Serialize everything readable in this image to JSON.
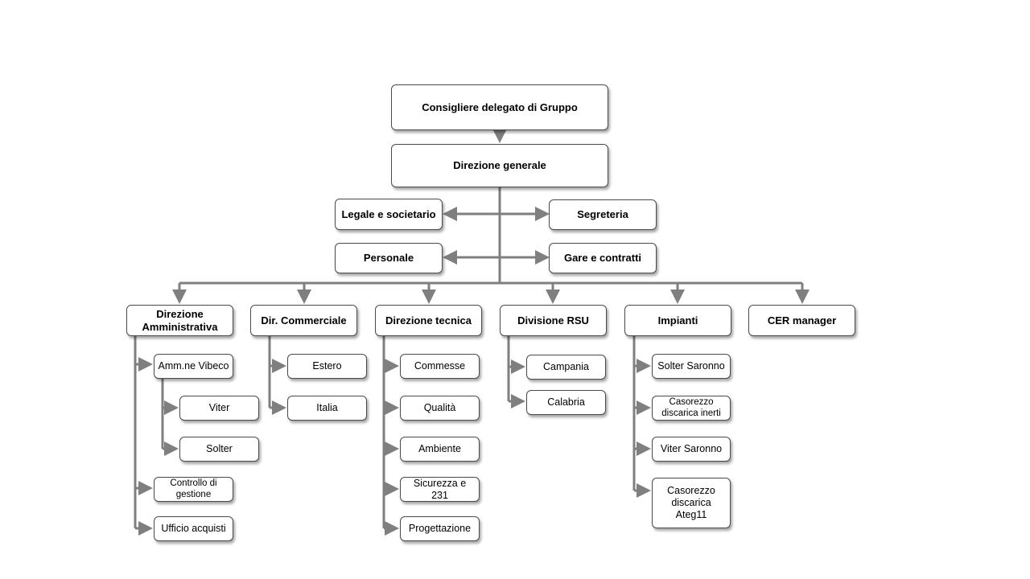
{
  "diagram": {
    "top": "Consigliere delegato di Gruppo",
    "general": "Direzione generale",
    "staff": {
      "legal": "Legale e societario",
      "secretariat": "Segreteria",
      "personnel": "Personale",
      "tenders": "Gare e contratti"
    },
    "divisions": {
      "admin": {
        "label": "Direzione Amministrativa",
        "children": {
          "vibeco": "Amm.ne Vibeco",
          "viter": "Viter",
          "solter": "Solter",
          "controllo": "Controllo di gestione",
          "acquisti": "Ufficio acquisti"
        }
      },
      "commercial": {
        "label": "Dir. Commerciale",
        "children": {
          "estero": "Estero",
          "italia": "Italia"
        }
      },
      "technical": {
        "label": "Direzione tecnica",
        "children": {
          "commesse": "Commesse",
          "qualita": "Qualità",
          "ambiente": "Ambiente",
          "sicurezza": "Sicurezza e 231",
          "progettazione": "Progettazione"
        }
      },
      "rsu": {
        "label": "Divisione RSU",
        "children": {
          "campania": "Campania",
          "calabria": "Calabria"
        }
      },
      "plants": {
        "label": "Impianti",
        "children": {
          "solter_saronno": "Solter Saronno",
          "casorezzo_inerti": "Casorezzo discarica inerti",
          "viter_saronno": "Viter Saronno",
          "casorezzo_ateg": "Casorezzo discarica Ateg11"
        }
      },
      "cer": {
        "label": "CER manager"
      }
    }
  },
  "colors": {
    "connector": "#7f7f7f",
    "border": "#4a4a4a"
  }
}
